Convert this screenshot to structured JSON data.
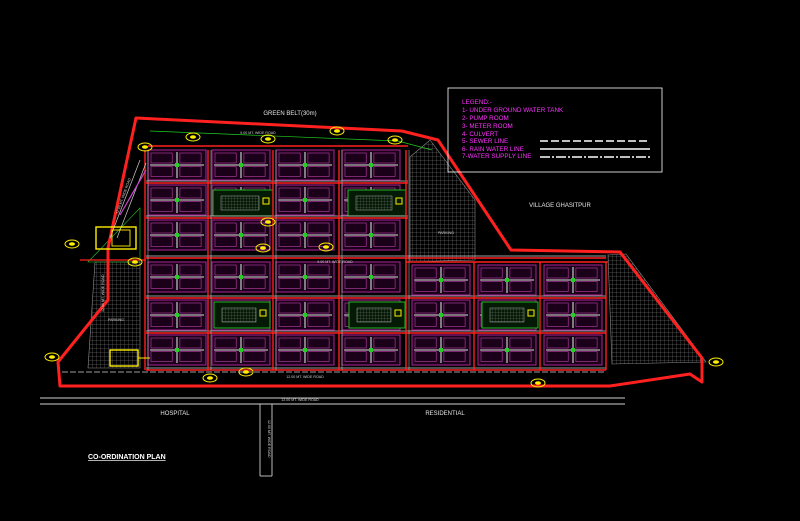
{
  "drawing": {
    "title": "CO-ORDINATION PLAN",
    "labels": {
      "green_belt": "GREEN BELT(30m)",
      "village": "VILLAGE GHASITPUR",
      "hospital": "HOSPITAL",
      "residential": "RESIDENTIAL",
      "road_bottom": "12.00 MT. WIDE ROAD",
      "road_inner": "12.00 MT. WIDE ROAD",
      "road_top": "9.00 MT. WIDE ROAD",
      "road_left_a": "12.00 MT. WIDE ROAD",
      "road_left_b": "12.00 MT. WIDE ROAD",
      "road_mid": "9.00 MT. WIDE ROAD",
      "road_vertical": "12.00 MT. WIDE ROAD",
      "parking_left": "PARKING",
      "parking_right": "PARKING"
    },
    "legend": {
      "heading": "LEGEND:-",
      "items": [
        "1- UNDER GROUND WATER TANK",
        "2- PUMP ROOM",
        "3- METER ROOM",
        "4- CULVERT",
        "5- SEWER LINE",
        "6- RAIN WATER LINE",
        "7-WATER SUPPLY LINE"
      ]
    },
    "colors": {
      "background": "#000000",
      "boundary": "#ff2020",
      "building": "#a0208c",
      "road_line": "#cfcfcf",
      "legend_text": "#ff33ff",
      "legend_box": "#ffffff",
      "hatch": "#9a9a9a",
      "green": "#22cc22",
      "yellow": "#ffee00",
      "cyan": "#00cccc"
    }
  }
}
